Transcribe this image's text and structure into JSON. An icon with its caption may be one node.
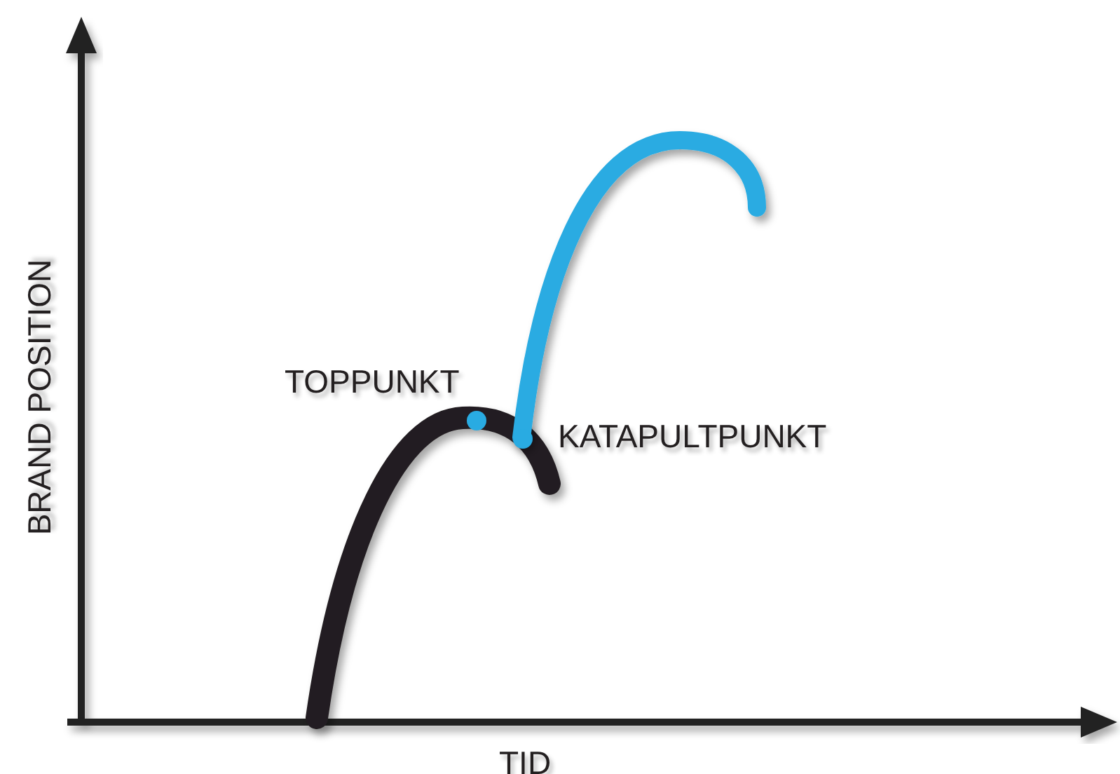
{
  "diagram": {
    "labels": [
      "TOPPUNKT",
      "KATAPULTPUNKT",
      "BRAND POSITION",
      "TID"
    ]
  }
}
